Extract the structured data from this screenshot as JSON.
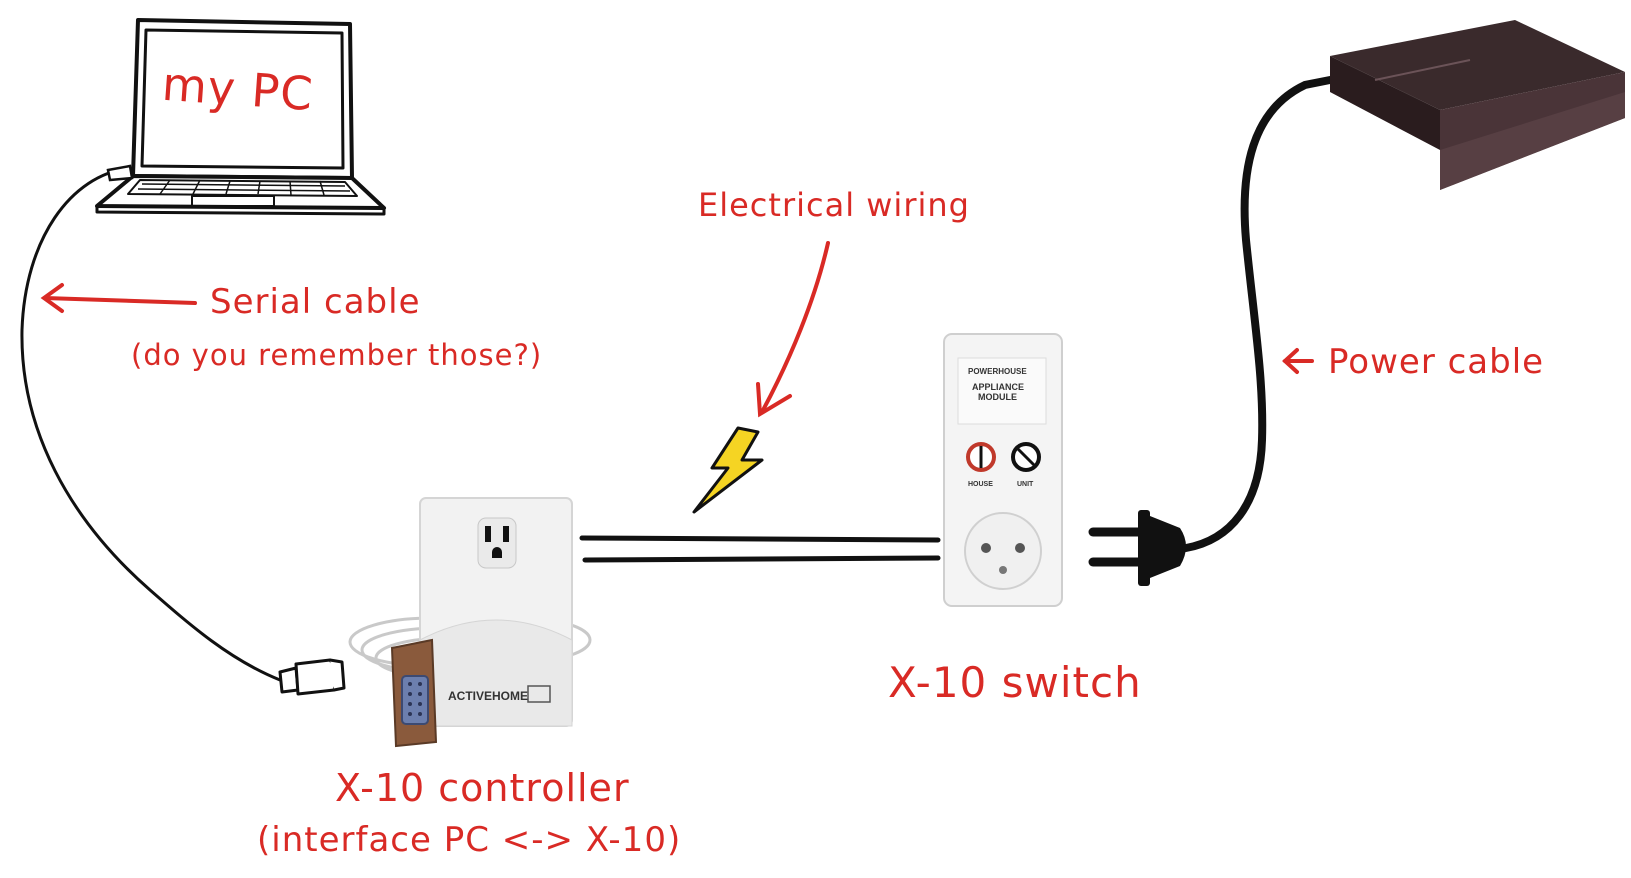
{
  "labels": {
    "laptop": "my PC",
    "electrical_wiring": "Electrical wiring",
    "serial_cable": "Serial cable",
    "serial_cable_note": "(do you remember those?)",
    "power_cable": "Power cable",
    "x10_switch": "X-10 switch",
    "x10_controller": "X-10 controller",
    "x10_controller_note": "(interface PC <-> X-10)"
  },
  "device_text": {
    "controller_brand": "ACTIVEHOME",
    "module_brand": "POWERHOUSE",
    "module_title_1": "APPLIANCE",
    "module_title_2": "MODULE",
    "dial_house": "HOUSE",
    "dial_unit": "UNIT"
  },
  "icons": {
    "pc": "laptop-icon",
    "bolt": "lightning-bolt-icon",
    "plug": "power-plug-icon",
    "box": "set-top-box-icon"
  },
  "colors": {
    "annotation": "#d92a25",
    "bolt_fill": "#f5d423",
    "line": "#111111"
  }
}
